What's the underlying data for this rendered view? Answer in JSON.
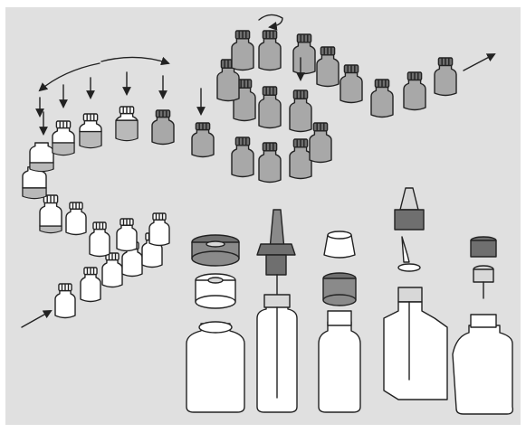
{
  "diagram": {
    "description_text": "",
    "colors": {
      "background": "#e0e0e0",
      "frame": "#ffffff",
      "ink": "#222222",
      "liquid": "#a8a8a8",
      "cap": "#8a8a8a",
      "glass": "#f2f2f2"
    },
    "stages": [
      {
        "id": "empty-bottles-in",
        "icon": "arrow-in"
      },
      {
        "id": "filling",
        "icon": "down-arrows"
      },
      {
        "id": "capping",
        "icon": "rotate-arrow"
      },
      {
        "id": "filled-bottles-out",
        "icon": "arrow-out"
      }
    ],
    "closure_types": [
      {
        "id": "vial-with-stopper-and-flip-cap"
      },
      {
        "id": "nasal-spray-pump-bottle"
      },
      {
        "id": "tamper-evident-cap-bottle"
      },
      {
        "id": "rectangular-dropper-bottle"
      },
      {
        "id": "flat-bottle-with-orifice-reducer"
      }
    ]
  }
}
